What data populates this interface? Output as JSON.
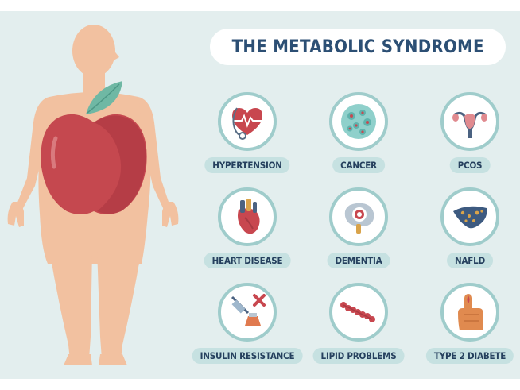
{
  "title": "THE METABOLIC SYNDROME",
  "colors": {
    "background": "#e3eeee",
    "title_text": "#2c4f74",
    "circle_border": "#9fcccb",
    "label_pill": "#c6e1e1",
    "body_skin": "#f2c1a0",
    "apple_red": "#c5484f",
    "leaf_green": "#6fb8a4"
  },
  "conditions": [
    {
      "label": "HYPERTENSION",
      "icon": "heart-stethoscope-icon"
    },
    {
      "label": "CANCER",
      "icon": "cancer-cells-icon"
    },
    {
      "label": "PCOS",
      "icon": "uterus-icon"
    },
    {
      "label": "HEART DISEASE",
      "icon": "anatomical-heart-icon"
    },
    {
      "label": "DEMENTIA",
      "icon": "brain-icon"
    },
    {
      "label": "NAFLD",
      "icon": "liver-icon"
    },
    {
      "label": "INSULIN RESISTANCE",
      "icon": "insulin-syringe-icon"
    },
    {
      "label": "LIPID PROBLEMS",
      "icon": "lipid-chain-icon"
    },
    {
      "label": "TYPE 2 DIABETE",
      "icon": "finger-blood-drop-icon"
    }
  ]
}
